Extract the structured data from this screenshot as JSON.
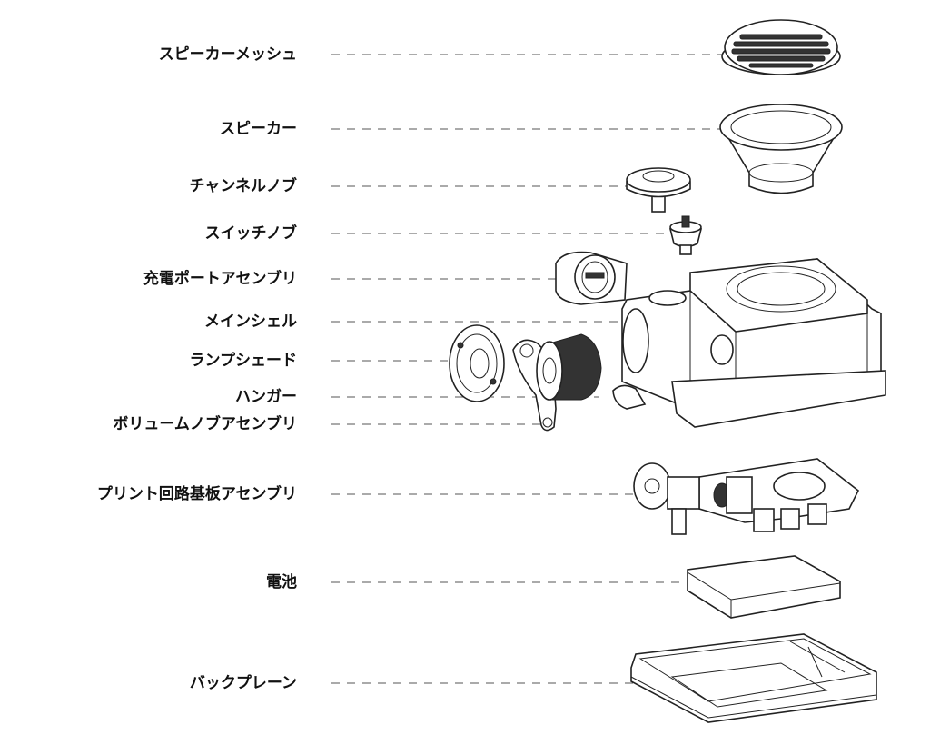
{
  "parts": [
    {
      "id": "speaker-mesh",
      "label": "スピーカーメッシュ"
    },
    {
      "id": "speaker",
      "label": "スピーカー"
    },
    {
      "id": "channel-knob",
      "label": "チャンネルノブ"
    },
    {
      "id": "switch-knob",
      "label": "スイッチノブ"
    },
    {
      "id": "charging-port-assembly",
      "label": "充電ポートアセンブリ"
    },
    {
      "id": "main-shell",
      "label": "メインシェル"
    },
    {
      "id": "lampshade",
      "label": "ランプシェード"
    },
    {
      "id": "hanger",
      "label": "ハンガー"
    },
    {
      "id": "volume-knob-assembly",
      "label": "ボリュームノブアセンブリ"
    },
    {
      "id": "pcb-assembly",
      "label": "プリント回路基板アセンブリ"
    },
    {
      "id": "battery",
      "label": "電池"
    },
    {
      "id": "backplane",
      "label": "バックプレーン"
    }
  ]
}
